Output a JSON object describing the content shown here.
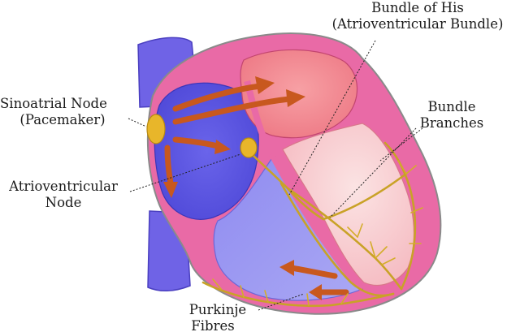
{
  "labels": {
    "sa_node_line1": "Sinoatrial Node",
    "sa_node_line2": "(Pacemaker)",
    "av_node_line1": "Atrioventricular",
    "av_node_line2": "Node",
    "bundle_his_line1": "Bundle of His",
    "bundle_his_line2": "(Atrioventricular Bundle)",
    "bundle_branches_line1": "Bundle",
    "bundle_branches_line2": "Branches",
    "purkinje_line1": "Purkinje",
    "purkinje_line2": "Fibres"
  },
  "colors": {
    "vessel": "#6f63e6",
    "outer_wall": "#e96aa6",
    "right_atrium": "#5b55df",
    "right_ventricle": "#8a86ee",
    "left_atrium": "#f4888f",
    "left_ventricle": "#f7c4c4",
    "conduction": "#c8581e",
    "node_fill": "#e8b62a",
    "fibre": "#c9a227"
  }
}
